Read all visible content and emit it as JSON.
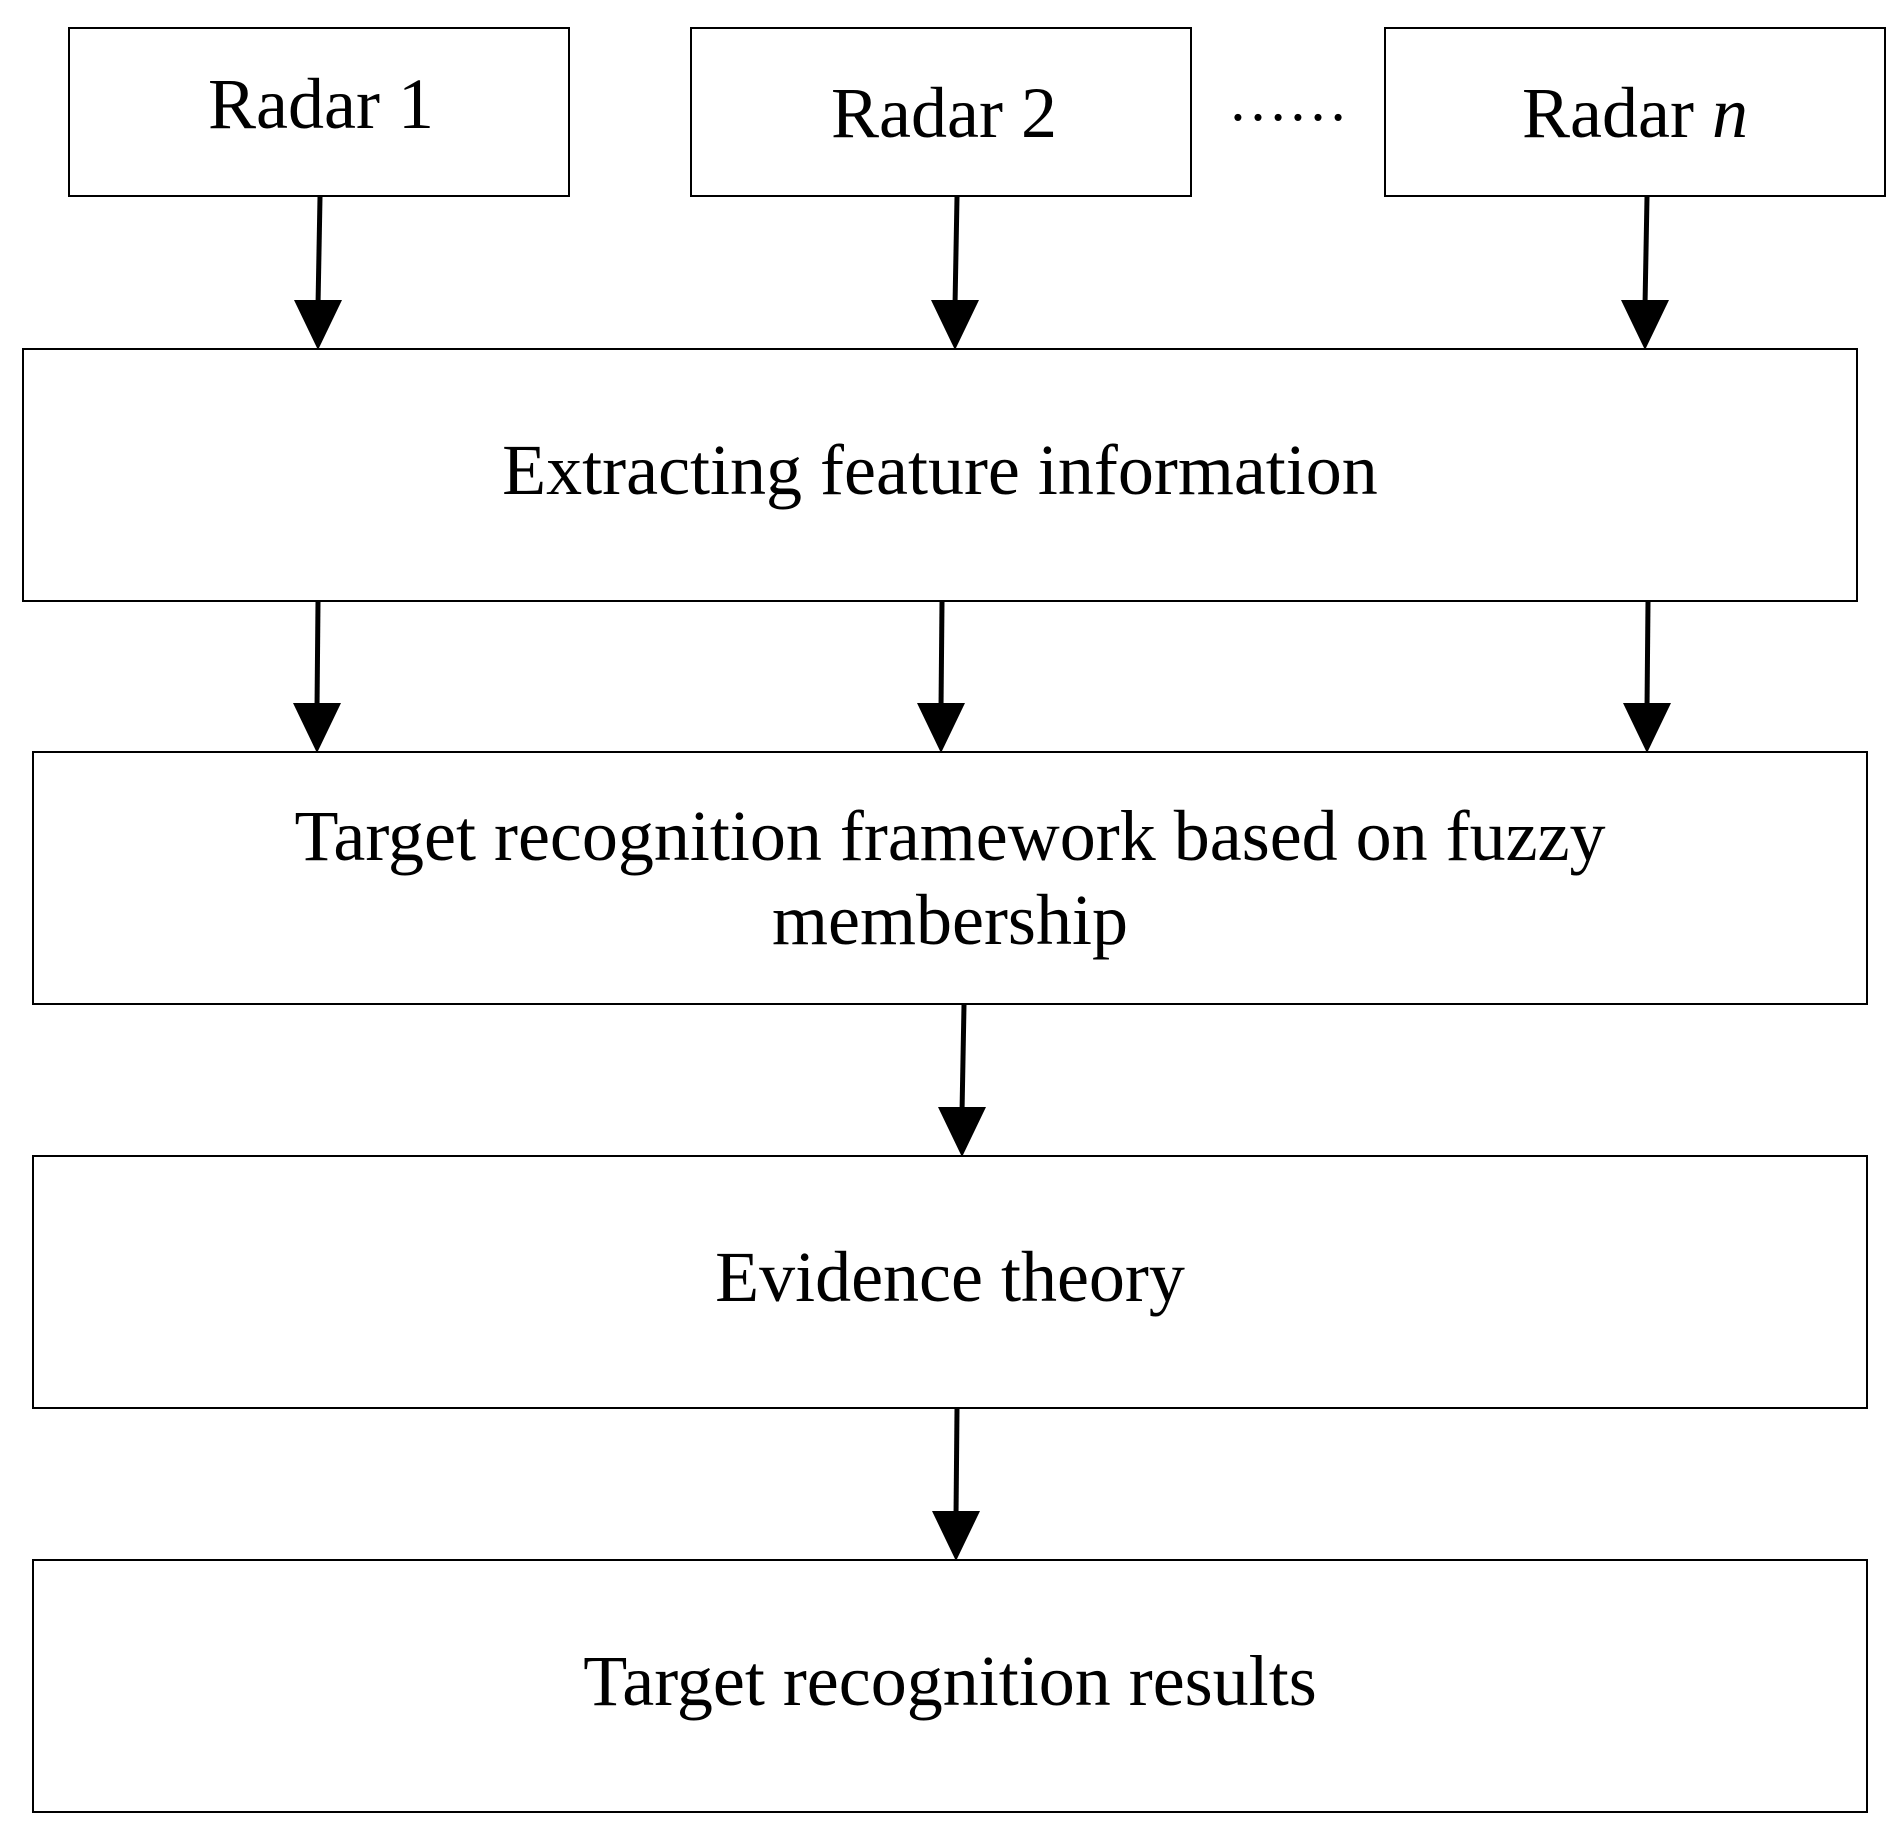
{
  "diagram": {
    "inputs": [
      {
        "label": "Radar 1"
      },
      {
        "label": "Radar 2"
      },
      {
        "label_prefix": "Radar ",
        "label_var": "n"
      }
    ],
    "ellipsis": "……",
    "steps": [
      {
        "label": "Extracting feature information"
      },
      {
        "label": "Target recognition framework based on fuzzy membership"
      },
      {
        "label": "Evidence theory"
      },
      {
        "label": "Target recognition results"
      }
    ]
  }
}
